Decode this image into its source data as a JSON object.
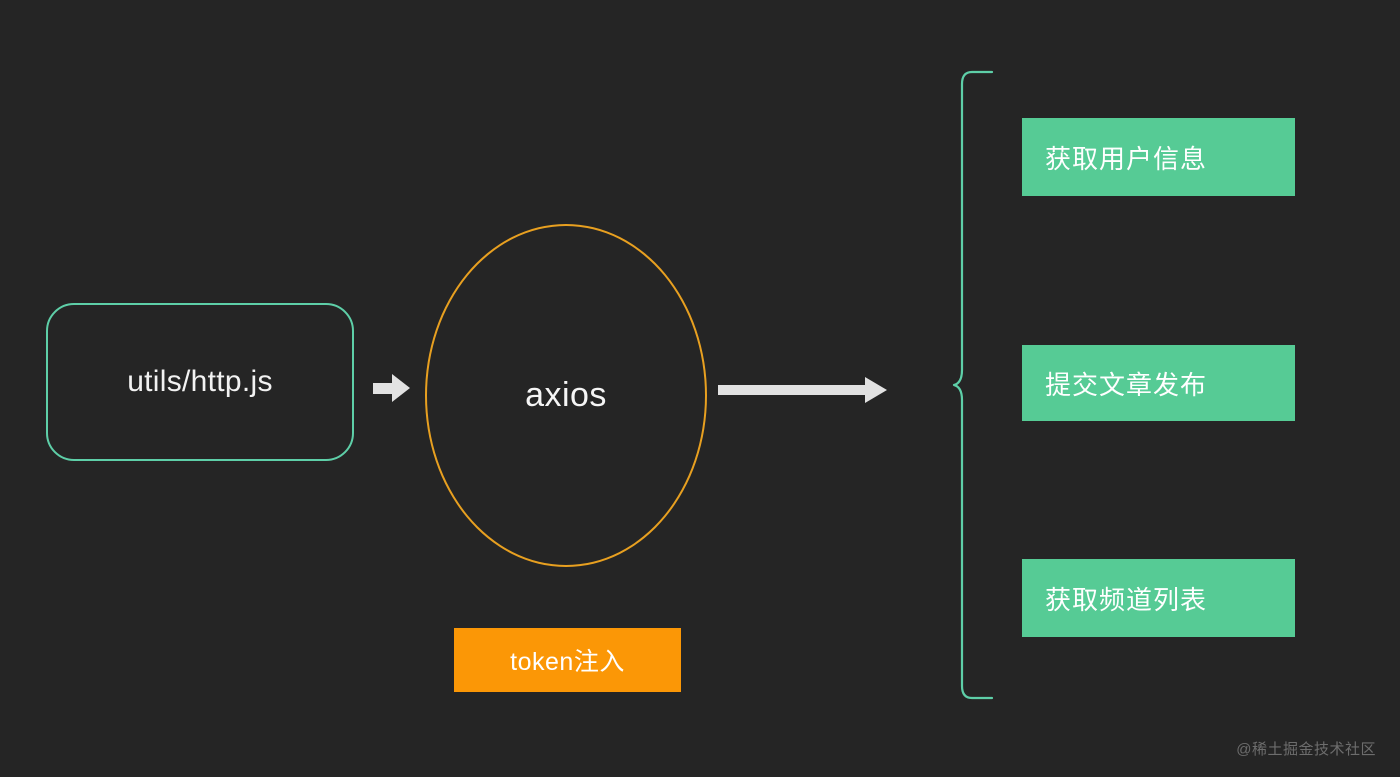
{
  "diagram": {
    "background_color": "#252525",
    "source": {
      "label": "utils/http.js",
      "border_color": "#5ecfa8",
      "text_color": "#f2f2f2"
    },
    "core": {
      "label": "axios",
      "border_color": "#e8a020",
      "text_color": "#f5f5f5"
    },
    "token": {
      "label": "token注入",
      "fill_color": "#fb9706",
      "text_color": "#ffffff"
    },
    "brace": {
      "color": "#5ecfa8"
    },
    "arrows": {
      "color": "#e2e2e2",
      "short_name": "arrow-source-to-axios",
      "long_name": "arrow-axios-to-endpoints"
    },
    "endpoints": [
      {
        "label": "获取用户信息",
        "fill_color": "#56cb95",
        "text_color": "#ffffff"
      },
      {
        "label": "提交文章发布",
        "fill_color": "#56cb95",
        "text_color": "#ffffff"
      },
      {
        "label": "获取频道列表",
        "fill_color": "#56cb95",
        "text_color": "#ffffff"
      }
    ],
    "watermark": "@稀土掘金技术社区"
  }
}
